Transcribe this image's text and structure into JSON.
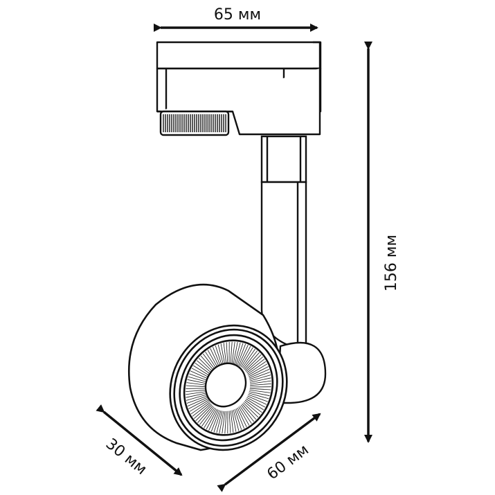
{
  "diagram": {
    "dimensions": {
      "width": "65 мм",
      "height": "156 мм",
      "depth": "30 мм",
      "diameter": "60 мм"
    }
  },
  "colors": {
    "ink": "#111111",
    "background": "#ffffff"
  }
}
